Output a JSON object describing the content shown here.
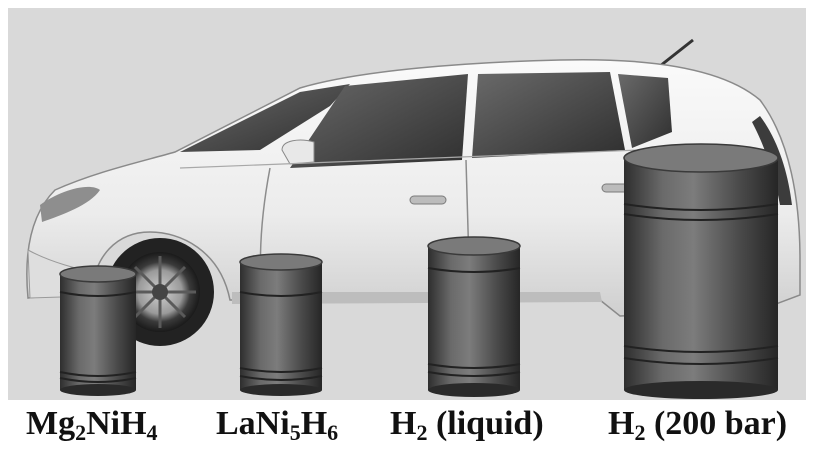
{
  "figure": {
    "colors": {
      "background": "#d9d9d9",
      "car_body": "#f2f2f2",
      "window": "#4a4a4a",
      "tank": "#555555",
      "label": "#111111"
    },
    "tanks": [
      {
        "id": "mg2nih4",
        "label_parts": [
          "Mg",
          "2",
          "Ni",
          "H",
          "4"
        ],
        "label_text": "Mg2NiH4"
      },
      {
        "id": "lani5h6",
        "label_parts": [
          "LaNi",
          "5",
          "H",
          "6"
        ],
        "label_text": "LaNi5H6"
      },
      {
        "id": "h2-liquid",
        "label_parts": [
          "H",
          "2",
          " (liquid)"
        ],
        "label_text": "H2 (liquid)"
      },
      {
        "id": "h2-200bar",
        "label_parts": [
          "H",
          "2",
          " (200 bar)"
        ],
        "label_text": "H2 (200 bar)"
      }
    ]
  }
}
